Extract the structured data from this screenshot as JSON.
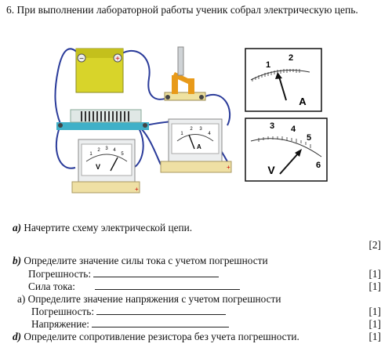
{
  "question": {
    "number": "6.",
    "intro": "При выполнении лабораторной работы ученик собрал электрическую цепь."
  },
  "figure": {
    "battery_minus": "−",
    "battery_plus": "+",
    "voltmeter_letter": "V",
    "ammeter_letter": "A",
    "small_voltmeter_ticks": [
      "1",
      "2",
      "3",
      "4",
      "5"
    ],
    "small_ammeter_ticks": [
      "1",
      "2",
      "3",
      "4"
    ],
    "terminal_plus": "+",
    "zoom_ammeter": {
      "ticks": [
        "1",
        "2"
      ],
      "letter": "A"
    },
    "zoom_voltmeter": {
      "ticks": [
        "3",
        "4",
        "5",
        "6"
      ],
      "letter": "V"
    }
  },
  "part_a": {
    "label": "a)",
    "text": "Начертите схему электрической цепи.",
    "mark": "[2]"
  },
  "part_b": {
    "label": "b)",
    "text": "Определите значение силы тока с учетом погрешности",
    "error_label": "Погрешность:",
    "error_mark": "[1]",
    "current_label": "Сила тока:",
    "current_mark": "[1]"
  },
  "part_c": {
    "label": "a)",
    "text": "Определите значение напряжения с учетом погрешности",
    "error_label": "Погрешность:",
    "error_mark": "[1]",
    "voltage_label": "Напряжение:",
    "voltage_mark": "[1]"
  },
  "part_d": {
    "label": "d)",
    "text": "Определите сопротивление резистора без учета погрешности.",
    "mark": "[1]"
  }
}
